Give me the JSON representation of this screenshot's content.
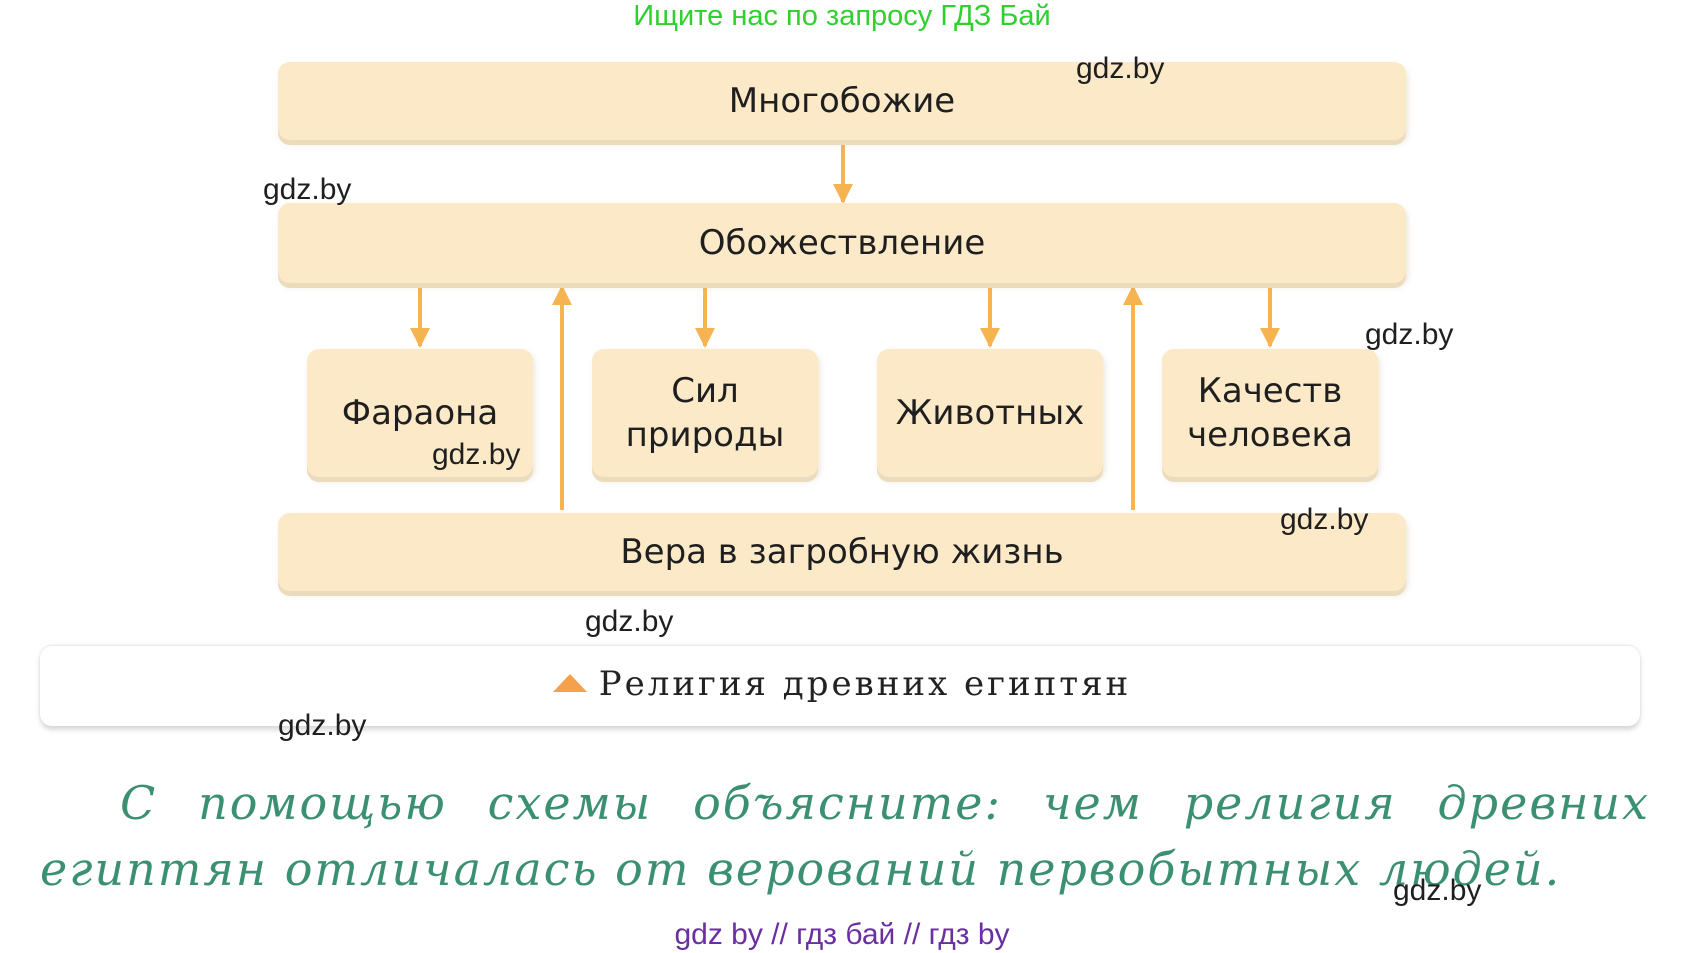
{
  "header_banner": "Ищите нас по запросу ГДЗ Бай",
  "diagram": {
    "top": "Многобожие",
    "middle": "Обожествление",
    "items": [
      "Фараона",
      "Сил природы",
      "Животных",
      "Качеств человека"
    ],
    "bottom": "Вера в загробную жизнь",
    "arrow_color": "#f5b450",
    "box_color": "#fbe9c8"
  },
  "watermarks": [
    "gdz.by",
    "gdz.by",
    "gdz.by",
    "gdz.by",
    "gdz.by",
    "gdz.by",
    "gdz.by",
    "gdz.by"
  ],
  "caption": "Религия древних египтян",
  "question": "С помощью схемы объясните: чем религия древних египтян отличалась от верований первобытных людей.",
  "footer": "gdz by  //  гдз бай  //  гдз by"
}
